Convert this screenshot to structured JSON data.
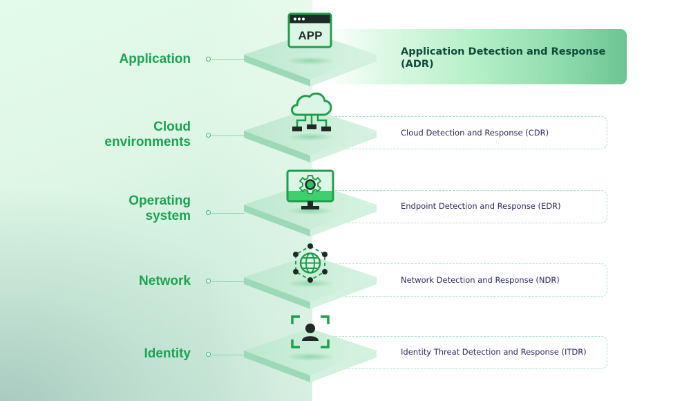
{
  "diagram": {
    "layers": [
      {
        "label": "Application",
        "description": "Application Detection and Response (ADR)",
        "highlighted": true,
        "icon": "app-window-icon",
        "icon_text": "APP"
      },
      {
        "label": "Cloud environments",
        "label_lines": [
          "Cloud",
          "environments"
        ],
        "description": "Cloud Detection and Response (CDR)",
        "highlighted": false,
        "icon": "cloud-network-icon"
      },
      {
        "label": "Operating system",
        "label_lines": [
          "Operating",
          "system"
        ],
        "description": "Endpoint Detection and Response (EDR)",
        "highlighted": false,
        "icon": "monitor-gear-icon"
      },
      {
        "label": "Network",
        "description": "Network Detection and Response (NDR)",
        "highlighted": false,
        "icon": "globe-network-icon"
      },
      {
        "label": "Identity",
        "description": "Identity Threat Detection and Response (ITDR)",
        "highlighted": false,
        "icon": "user-focus-icon"
      }
    ]
  },
  "colors": {
    "accent_green": "#1aa351",
    "icon_green": "#1e9e4c",
    "icon_dark": "#1f2a26",
    "description_text": "#2b2a5c",
    "highlight_text": "#0f4a3a"
  }
}
